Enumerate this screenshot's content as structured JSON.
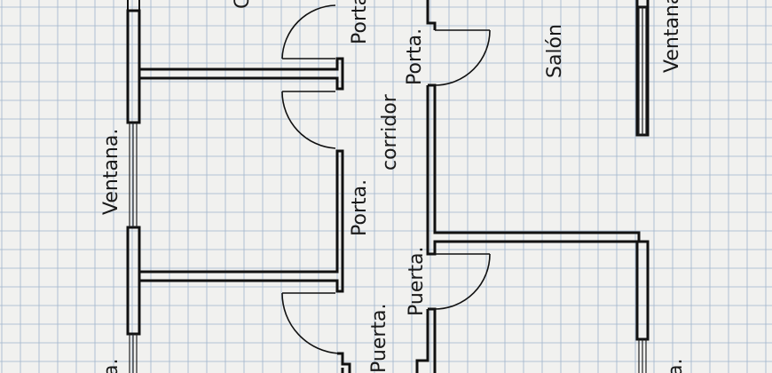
{
  "labels": {
    "top_partial": "C",
    "porta_top": "Porta.",
    "porta_right_top": "Porta.",
    "corridor": "corridor",
    "porta_mid": "Porta.",
    "salon": "Salón",
    "ventana_left": "Ventana.",
    "ventana_right": "Ventana.",
    "puerta_left": "Puerta.",
    "puerta_right": "Puerta.",
    "bottom_left_partial": "a.",
    "bottom_right_partial": "a."
  },
  "colors": {
    "paper": "#f1f1ef",
    "grid": "#9fb4cc",
    "ink": "#111111"
  }
}
